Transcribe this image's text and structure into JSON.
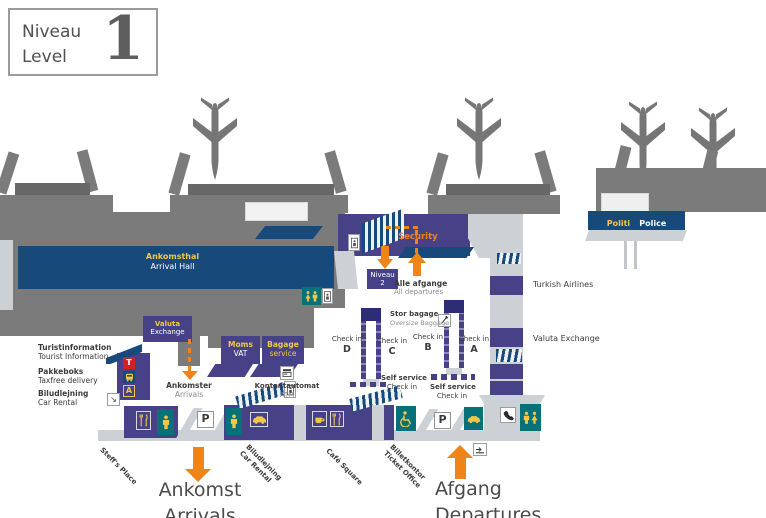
{
  "header": {
    "niveau": "Niveau",
    "level": "Level",
    "number": "1"
  },
  "hall": {
    "da": "Ankomsthal",
    "en": "Arrival Hall"
  },
  "police": {
    "da": "Politi",
    "en": "Police"
  },
  "security_label": "Security",
  "niveau2": {
    "da": "Niveau",
    "number": "2"
  },
  "departures_exit": {
    "da": "Alle afgange",
    "en": "All departures"
  },
  "arrivals_exit": {
    "da": "Ankomster",
    "en": "Arrivals"
  },
  "right_side": {
    "turkish": "Turkish Airlines",
    "valuta": "Valuta  Exchange"
  },
  "left_side": {
    "items": [
      {
        "da": "Turistinformation",
        "en": "Tourist Information"
      },
      {
        "da": "Pakkeboks",
        "en": "Taxfree delivery"
      },
      {
        "da": "Biludlejning",
        "en": "Car Rental"
      }
    ]
  },
  "shops": {
    "valuta": {
      "da": "Valuta",
      "en": "Exchange"
    },
    "moms": {
      "da": "Moms",
      "en": "VAT"
    },
    "bagage": {
      "da": "Bagage",
      "en": "service"
    }
  },
  "checkin": {
    "label": "Check in",
    "desks": [
      "D",
      "C",
      "B",
      "A"
    ],
    "self_service": {
      "da": "Self service",
      "en": "Check in"
    },
    "oversize": {
      "da": "Stor bagage",
      "en": "Oversize Baggage"
    }
  },
  "atm": {
    "da": "Kontantautomat",
    "en": "ATM"
  },
  "parking_label": "P",
  "stand_icons": {
    "taxi": "T",
    "letter_a": "A"
  },
  "venues": {
    "steffs": "Steff's Place",
    "car_rental": "Biludlejning\nCar Rental",
    "cafe": "Café Square",
    "ticket": "Billetkontor\nTicket Office"
  },
  "big_arrows": {
    "arrivals": {
      "da": "Ankomst",
      "en": "Arrivals"
    },
    "departures": {
      "da": "Afgang",
      "en": "Departures"
    }
  },
  "colors": {
    "purple": "#474287",
    "navy": "#17497b",
    "gray": "#7b7b7b",
    "light_gray": "#ccd1d6",
    "teal": "#067179",
    "yellow": "#f3c64a",
    "orange": "#f08418",
    "red": "#cf2128"
  }
}
